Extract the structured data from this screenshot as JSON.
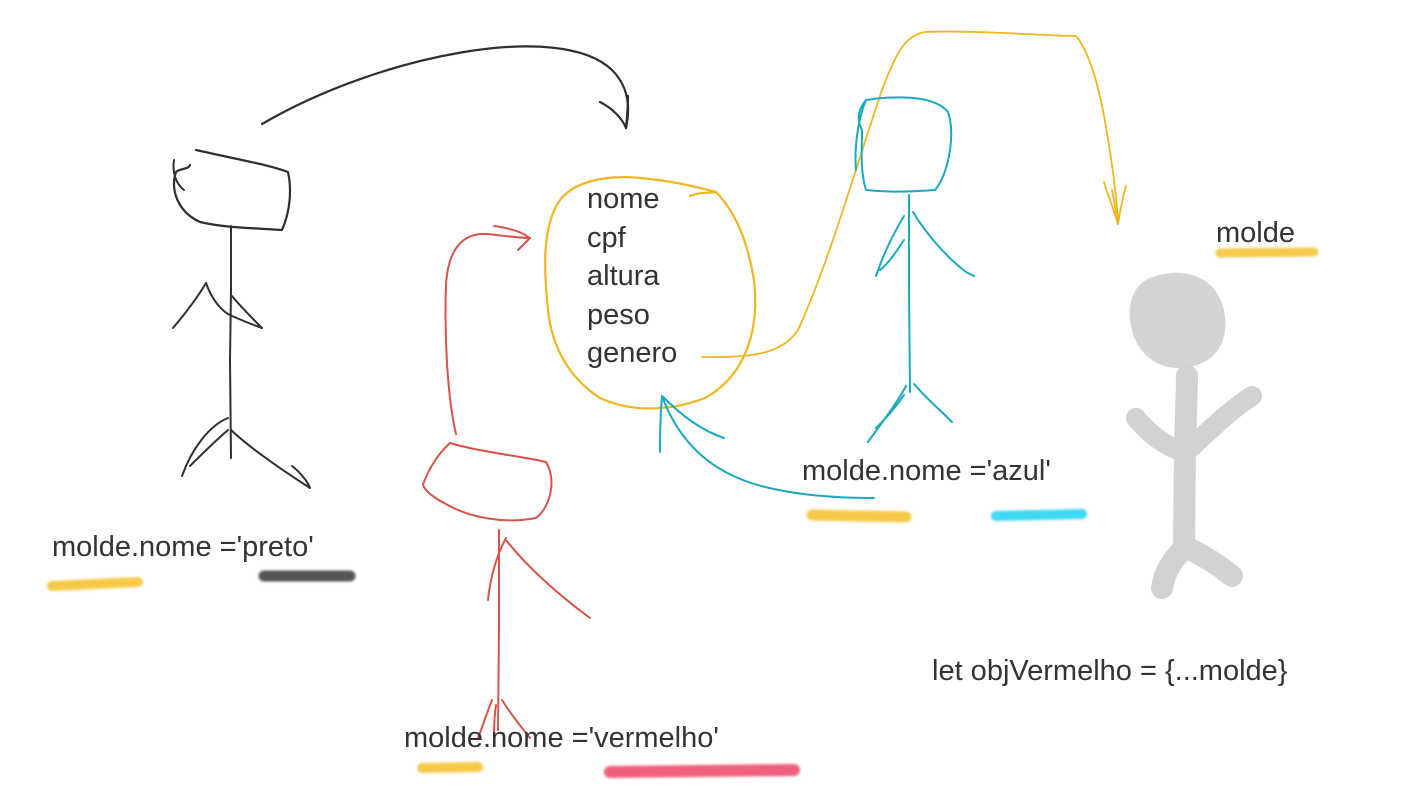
{
  "object_fields": [
    "nome",
    "cpf",
    "altura",
    "peso",
    "genero"
  ],
  "labels": {
    "preto": "molde.nome ='preto'",
    "vermelho": "molde.nome ='vermelho'",
    "azul": "molde.nome ='azul'",
    "molde": "molde",
    "spread": "let objVermelho = {...molde}"
  },
  "colors": {
    "black": "#2f2f2f",
    "red": "#d9534a",
    "teal": "#1aa9bd",
    "yellow": "#f0b620",
    "gray": "#d0d0d0",
    "highlight_yellow": "#f7c94a",
    "highlight_gray": "#555555",
    "highlight_cyan": "#3fd8f2",
    "highlight_pink": "#f0607d"
  }
}
